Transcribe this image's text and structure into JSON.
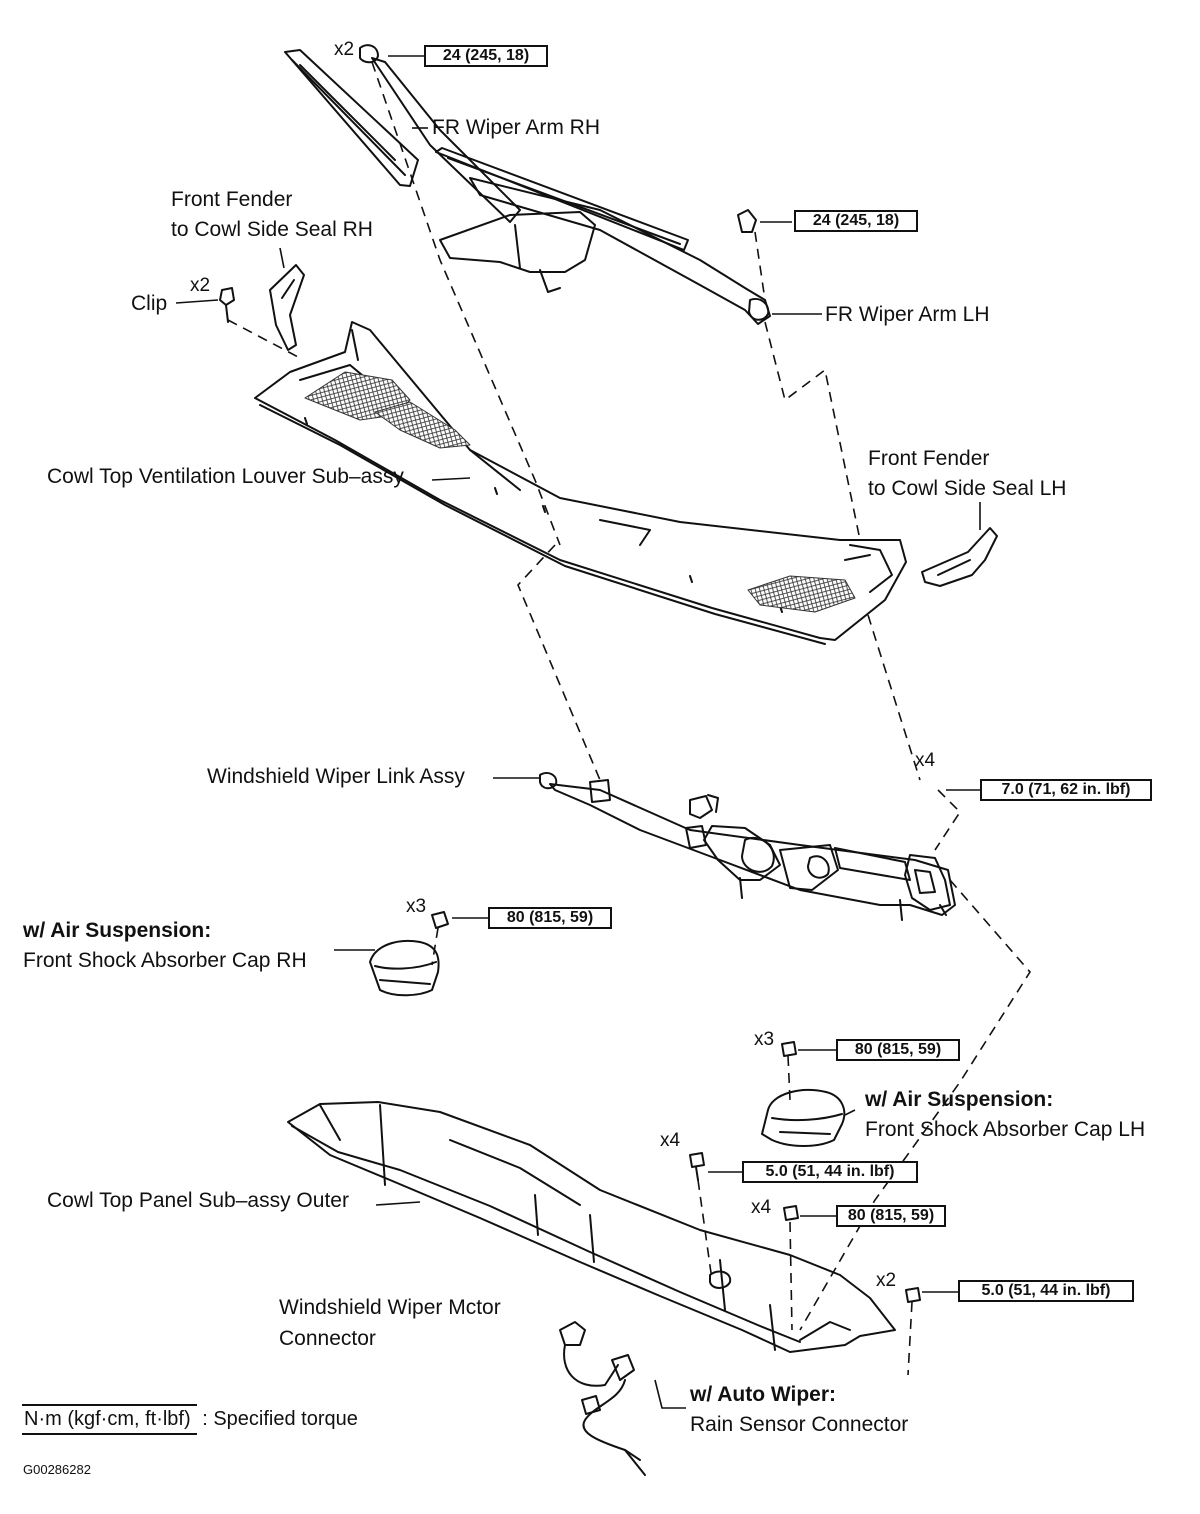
{
  "labels": {
    "fr_wiper_arm_rh": "FR Wiper Arm RH",
    "fr_wiper_arm_lh": "FR Wiper Arm LH",
    "front_fender_rh_line1": "Front Fender",
    "front_fender_rh_line2": "to Cowl Side Seal RH",
    "front_fender_lh_line1": "Front Fender",
    "front_fender_lh_line2": "to Cowl Side Seal LH",
    "clip": "Clip",
    "cowl_top_louver": "Cowl Top Ventilation Louver Sub–assy",
    "wiper_link_assy": "Windshield Wiper Link Assy",
    "air_susp_rh_line1": "w/ Air Suspension:",
    "air_susp_rh_line2": "Front Shock Absorber Cap RH",
    "air_susp_lh_line1": "w/ Air Suspension:",
    "air_susp_lh_line2": "Front Shock Absorber Cap LH",
    "cowl_top_panel": "Cowl Top Panel Sub–assy Outer",
    "wiper_motor_conn_line1": "Windshield Wiper Mctor",
    "wiper_motor_conn_line2": "Connector",
    "auto_wiper_line1": "w/ Auto Wiper:",
    "auto_wiper_line2": "Rain Sensor Connector"
  },
  "quantities": {
    "top_nut": "x2",
    "clip": "x2",
    "link_bolt": "x4",
    "cap_rh": "x3",
    "cap_lh": "x3",
    "panel_bolt": "x4",
    "panel_nut": "x4",
    "panel_screw": "x2"
  },
  "torques": {
    "top_nut": "24 (245, 18)",
    "lh_arm_nut": "24 (245, 18)",
    "link_bolt": "7.0 (71, 62 in. lbf)",
    "cap_rh": "80 (815, 59)",
    "cap_lh": "80 (815, 59)",
    "panel_bolt": "5.0 (51, 44 in. lbf)",
    "panel_nut": "80 (815, 59)",
    "panel_screw": "5.0 (51, 44 in. lbf)"
  },
  "legend": {
    "unit": "N·m (kgf·cm, ft·lbf)",
    "text": ": Specified torque"
  },
  "figure_code": "G00286282"
}
